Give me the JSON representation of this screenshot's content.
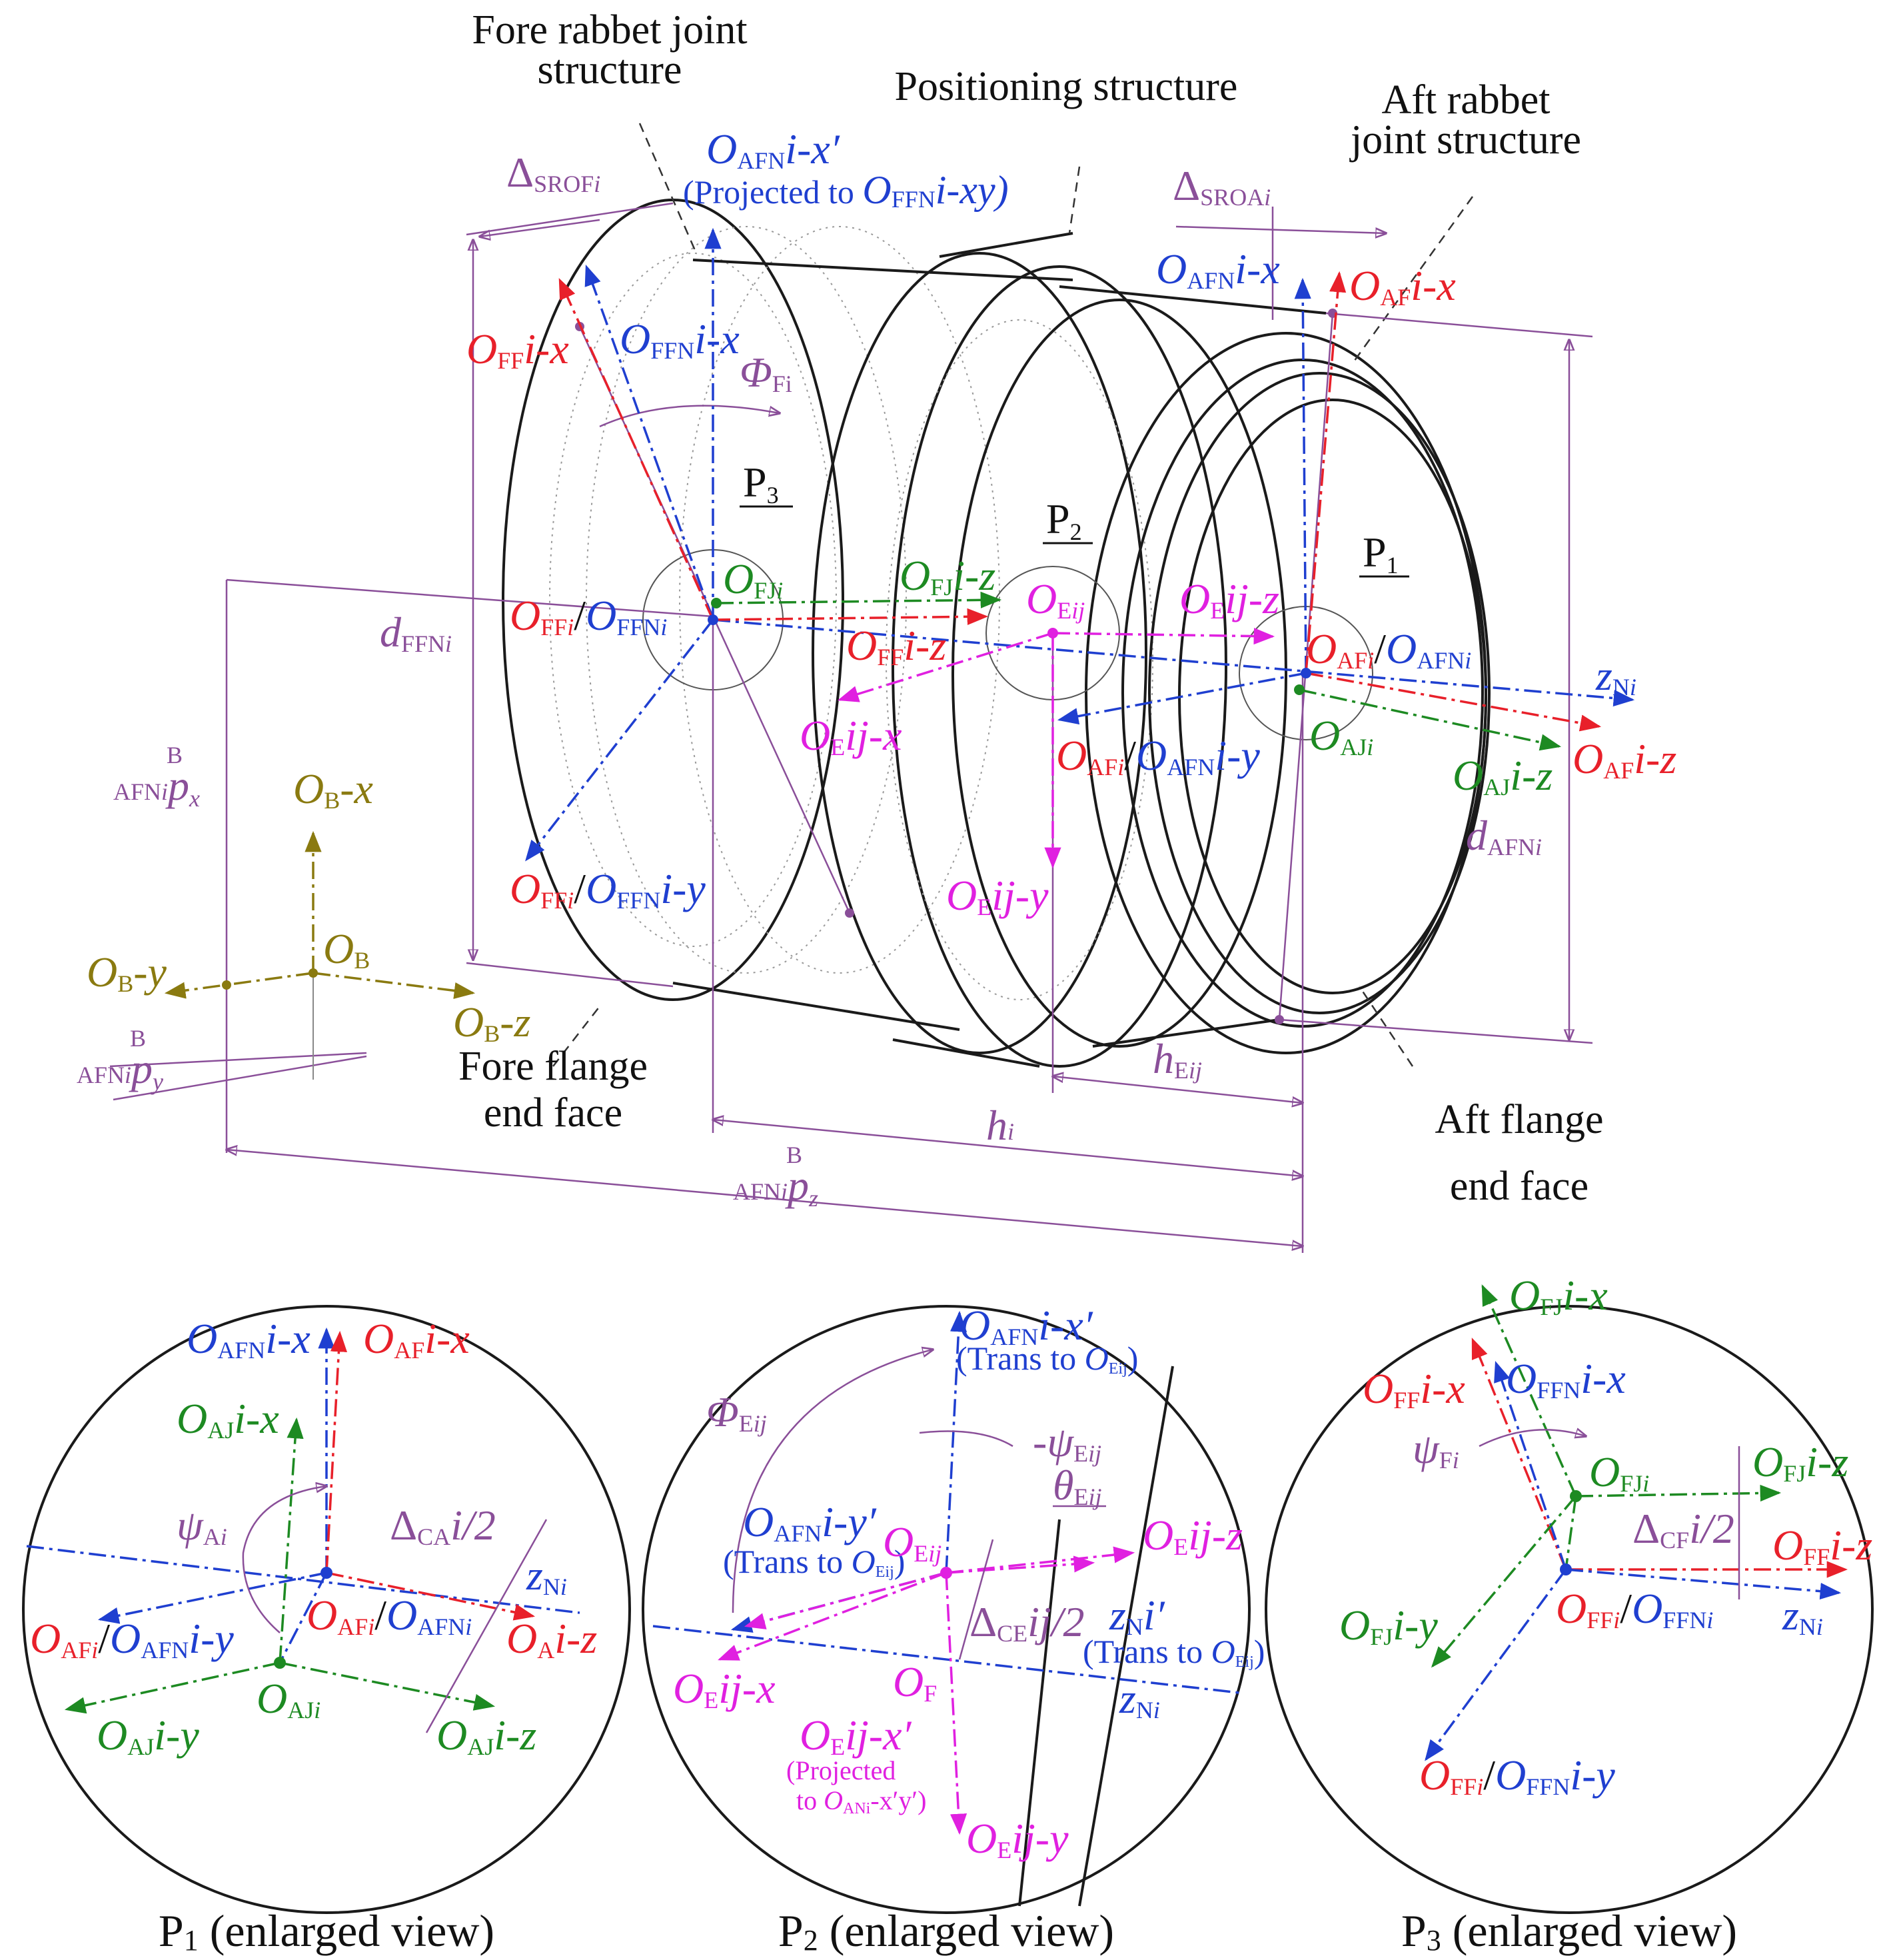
{
  "colors": {
    "red": "#e8202a",
    "blue": "#1f3fd0",
    "green": "#1d8a22",
    "magenta": "#e020e0",
    "purple": "#8a4f99",
    "olive": "#8a7a10",
    "black": "#111111"
  },
  "callouts": {
    "fore_rabbet": [
      "Fore rabbet joint",
      "structure"
    ],
    "positioning": "Positioning structure",
    "aft_rabbet": [
      "Aft rabbet",
      "joint structure"
    ],
    "fore_flange": [
      "Fore flange",
      "end face"
    ],
    "aft_flange": [
      "Aft flange",
      "end face"
    ]
  },
  "points": {
    "p1": {
      "main": "P",
      "sub": "1"
    },
    "p2": {
      "main": "P",
      "sub": "2"
    },
    "p3": {
      "main": "P",
      "sub": "3"
    }
  },
  "labels": {
    "oafn_xp_top": {
      "main": "O",
      "sub": "AFN",
      "tail": "i-x′"
    },
    "projected_note": {
      "pre": "(Projected to ",
      "main": "O",
      "sub": "FFN",
      "tail": "i-xy)"
    },
    "oafn_x": {
      "main": "O",
      "sub": "AFN",
      "tail": "i-x"
    },
    "oaf_x": {
      "main": "O",
      "sub": "AF",
      "tail": "i-x"
    },
    "off_x": {
      "main": "O",
      "sub": "FF",
      "tail": "i-x"
    },
    "offn_x": {
      "main": "O",
      "sub": "FFN",
      "tail": "i-x"
    },
    "phi_f": {
      "main": "Φ",
      "sub": "Fi"
    },
    "delta_srof": {
      "main": "Δ",
      "sub": "SROF",
      "tail": "i"
    },
    "delta_sroa": {
      "main": "Δ",
      "sub": "SROA",
      "tail": "i"
    },
    "d_ffn": {
      "main": "d",
      "sub": "FFN",
      "tail": "i"
    },
    "d_afn": {
      "main": "d",
      "sub": "AFN",
      "tail": "i"
    },
    "off_offn_main": {
      "a": "O",
      "as": "FF",
      "at": "i",
      "sep": "/",
      "b": "O",
      "bs": "FFN",
      "bt": "i"
    },
    "ofj": {
      "main": "O",
      "sub": "FJ",
      "tail": "i"
    },
    "ofj_z": {
      "main": "O",
      "sub": "FJ",
      "tail": "i-z"
    },
    "oej": {
      "main": "O",
      "sub": "E",
      "tail": "ij"
    },
    "oej_z": {
      "main": "O",
      "sub": "E",
      "tail": "ij-z"
    },
    "off_z": {
      "main": "O",
      "sub": "FF",
      "tail": "i-z"
    },
    "oej_x": {
      "main": "O",
      "sub": "E",
      "tail": "ij-x"
    },
    "oej_y": {
      "main": "O",
      "sub": "E",
      "tail": "ij-y"
    },
    "oaf_oafn": {
      "a": "O",
      "as": "AF",
      "at": "i",
      "sep": "/",
      "b": "O",
      "bs": "AFN",
      "bt": "i"
    },
    "oaf_oafn_y": {
      "a": "O",
      "as": "AF",
      "at": "i",
      "sep": "/",
      "b": "O",
      "bs": "AFN",
      "bt": "i-y"
    },
    "oaj": {
      "main": "O",
      "sub": "AJ",
      "tail": "i"
    },
    "oaj_z": {
      "main": "O",
      "sub": "AJ",
      "tail": "i-z"
    },
    "oaf_z": {
      "main": "O",
      "sub": "AF",
      "tail": "i-z"
    },
    "zn": {
      "main": "z",
      "sub": "N",
      "tail": "i"
    },
    "off_offn_y": {
      "a": "O",
      "as": "FF",
      "at": "i",
      "sep": "/",
      "b": "O",
      "bs": "FFN",
      "bt": "i-y"
    },
    "ob_x": {
      "main": "O",
      "sub": "B",
      "tail": "-x"
    },
    "ob": {
      "main": "O",
      "sub": "B",
      "tail": ""
    },
    "ob_y": {
      "main": "O",
      "sub": "B",
      "tail": "-y"
    },
    "ob_z": {
      "main": "O",
      "sub": "B",
      "tail": "-z"
    },
    "px": {
      "pre": "AFN",
      "sup": "B",
      "mid": "i",
      "main": "p",
      "sub": "x"
    },
    "py": {
      "pre": "AFN",
      "sup": "B",
      "mid": "i",
      "main": "p",
      "sub": "y"
    },
    "pz": {
      "pre": "AFN",
      "sup": "B",
      "mid": "i",
      "main": "p",
      "sub": "z"
    },
    "h_ej": {
      "main": "h",
      "sub": "E",
      "tail": "ij"
    },
    "h_i": {
      "main": "h",
      "sub": "",
      "tail": "i"
    }
  },
  "p1_view": {
    "caption": {
      "main": "P",
      "sub": "1",
      "rest": " (enlarged view)"
    },
    "oafn_x": {
      "main": "O",
      "sub": "AFN",
      "tail": "i-x"
    },
    "oaf_x": {
      "main": "O",
      "sub": "AF",
      "tail": "i-x"
    },
    "oaj_x": {
      "main": "O",
      "sub": "AJ",
      "tail": "i-x"
    },
    "psi_a": {
      "main": "ψ",
      "sub": "A",
      "tail": "i"
    },
    "delta_ca": {
      "main": "Δ",
      "sub": "CA",
      "tail": "i/2"
    },
    "zn": {
      "main": "z",
      "sub": "N",
      "tail": "i"
    },
    "oaf_oafn_y": {
      "a": "O",
      "as": "AF",
      "at": "i",
      "sep": "/",
      "b": "O",
      "bs": "AFN",
      "bt": "i-y"
    },
    "oaf_oafn": {
      "a": "O",
      "as": "AF",
      "at": "i",
      "sep": "/",
      "b": "O",
      "bs": "AFN",
      "bt": "i"
    },
    "oa_z": {
      "main": "O",
      "sub": "A",
      "tail": "i-z"
    },
    "oaj": {
      "main": "O",
      "sub": "AJ",
      "tail": "i"
    },
    "oaj_y": {
      "main": "O",
      "sub": "AJ",
      "tail": "i-y"
    },
    "oaj_z": {
      "main": "O",
      "sub": "AJ",
      "tail": "i-z"
    }
  },
  "p2_view": {
    "caption": {
      "main": "P",
      "sub": "2",
      "rest": " (enlarged view)"
    },
    "oafn_xp": {
      "main": "O",
      "sub": "AFN",
      "tail": "i-x′"
    },
    "trans_top": {
      "pre": "(Trans to ",
      "main": "O",
      "sub": "Eij",
      "tail": ")"
    },
    "phi_e": {
      "main": "Φ",
      "sub": "E",
      "tail": "ij"
    },
    "psi_e": {
      "main": "-ψ",
      "sub": "E",
      "tail": "ij"
    },
    "theta_e": {
      "main": "θ",
      "sub": "E",
      "tail": "ij"
    },
    "oafn_yp": {
      "main": "O",
      "sub": "AFN",
      "tail": "i-y′"
    },
    "trans_mid": {
      "pre": "(Trans to ",
      "main": "O",
      "sub": "Eij",
      "tail": ")"
    },
    "oej": {
      "main": "O",
      "sub": "E",
      "tail": "ij"
    },
    "oej_z": {
      "main": "O",
      "sub": "E",
      "tail": "ij-z"
    },
    "delta_ce": {
      "main": "Δ",
      "sub": "CE",
      "tail": "ij/2"
    },
    "zn_p": {
      "main": "z",
      "sub": "N",
      "tail": "i′"
    },
    "trans_bot": {
      "pre": "(Trans to ",
      "main": "O",
      "sub": "Eij",
      "tail": ")"
    },
    "oej_x": {
      "main": "O",
      "sub": "E",
      "tail": "ij-x"
    },
    "of": {
      "main": "O",
      "sub": "F",
      "tail": ""
    },
    "zn": {
      "main": "z",
      "sub": "N",
      "tail": "i"
    },
    "oej_xp": {
      "main": "O",
      "sub": "E",
      "tail": "ij-x′"
    },
    "proj_1": "(Projected",
    "proj_2": {
      "pre": "to ",
      "main": "O",
      "sub": "ANi",
      "tail": "-x′y′)"
    },
    "oej_y": {
      "main": "O",
      "sub": "E",
      "tail": "ij-y"
    }
  },
  "p3_view": {
    "caption": {
      "main": "P",
      "sub": "3",
      "rest": " (enlarged view)"
    },
    "ofj_x": {
      "main": "O",
      "sub": "FJ",
      "tail": "i-x"
    },
    "off_x": {
      "main": "O",
      "sub": "FF",
      "tail": "i-x"
    },
    "offn_x": {
      "main": "O",
      "sub": "FFN",
      "tail": "i-x"
    },
    "psi_f": {
      "main": "ψ",
      "sub": "F",
      "tail": "i"
    },
    "ofj": {
      "main": "O",
      "sub": "FJ",
      "tail": "i"
    },
    "ofj_z": {
      "main": "O",
      "sub": "FJ",
      "tail": "i-z"
    },
    "delta_cf": {
      "main": "Δ",
      "sub": "CF",
      "tail": "i/2"
    },
    "off_z": {
      "main": "O",
      "sub": "FF",
      "tail": "i-z"
    },
    "ofj_y": {
      "main": "O",
      "sub": "FJ",
      "tail": "i-y"
    },
    "off_offn": {
      "a": "O",
      "as": "FF",
      "at": "i",
      "sep": "/",
      "b": "O",
      "bs": "FFN",
      "bt": "i"
    },
    "zn": {
      "main": "z",
      "sub": "N",
      "tail": "i"
    },
    "off_offn_y": {
      "a": "O",
      "as": "FF",
      "at": "i",
      "sep": "/",
      "b": "O",
      "bs": "FFN",
      "bt": "i-y"
    }
  }
}
